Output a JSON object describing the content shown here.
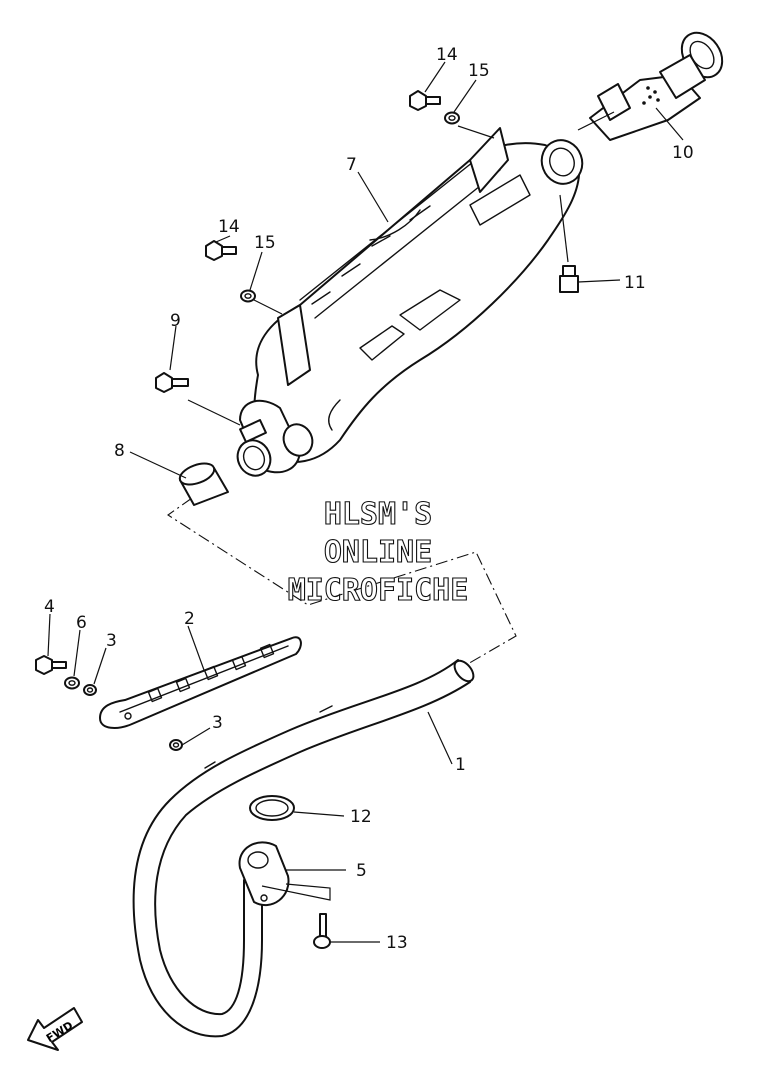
{
  "callouts": {
    "c1": "1",
    "c2": "2",
    "c3a": "3",
    "c3b": "3",
    "c4": "4",
    "c5": "5",
    "c6": "6",
    "c7": "7",
    "c8": "8",
    "c9": "9",
    "c10": "10",
    "c11": "11",
    "c12": "12",
    "c13": "13",
    "c14a": "14",
    "c14b": "14",
    "c15a": "15",
    "c15b": "15"
  },
  "watermark": {
    "line1": "HLSM'S",
    "line2": "ONLINE",
    "line3": "MICROFICHE"
  },
  "fwd_label": "FWD"
}
